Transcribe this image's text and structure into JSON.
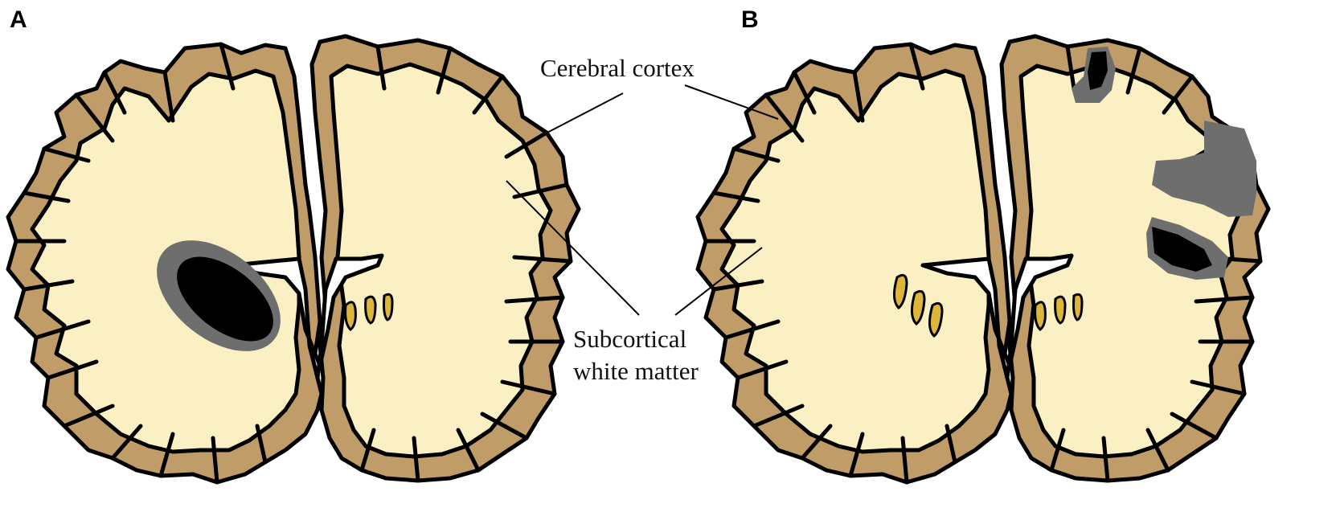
{
  "panels": [
    {
      "letter": "A"
    },
    {
      "letter": "B"
    }
  ],
  "labels": {
    "cortex": "Cerebral cortex",
    "white_matter_line1": "Subcortical",
    "white_matter_line2": "white matter"
  },
  "colors": {
    "cortex": "#bf9c68",
    "white_matter": "#fbefc4",
    "lesion_core": "#000000",
    "lesion_rim": "#6e6e6e",
    "basal_ganglia": "#dcb63a",
    "outline": "#000000"
  }
}
